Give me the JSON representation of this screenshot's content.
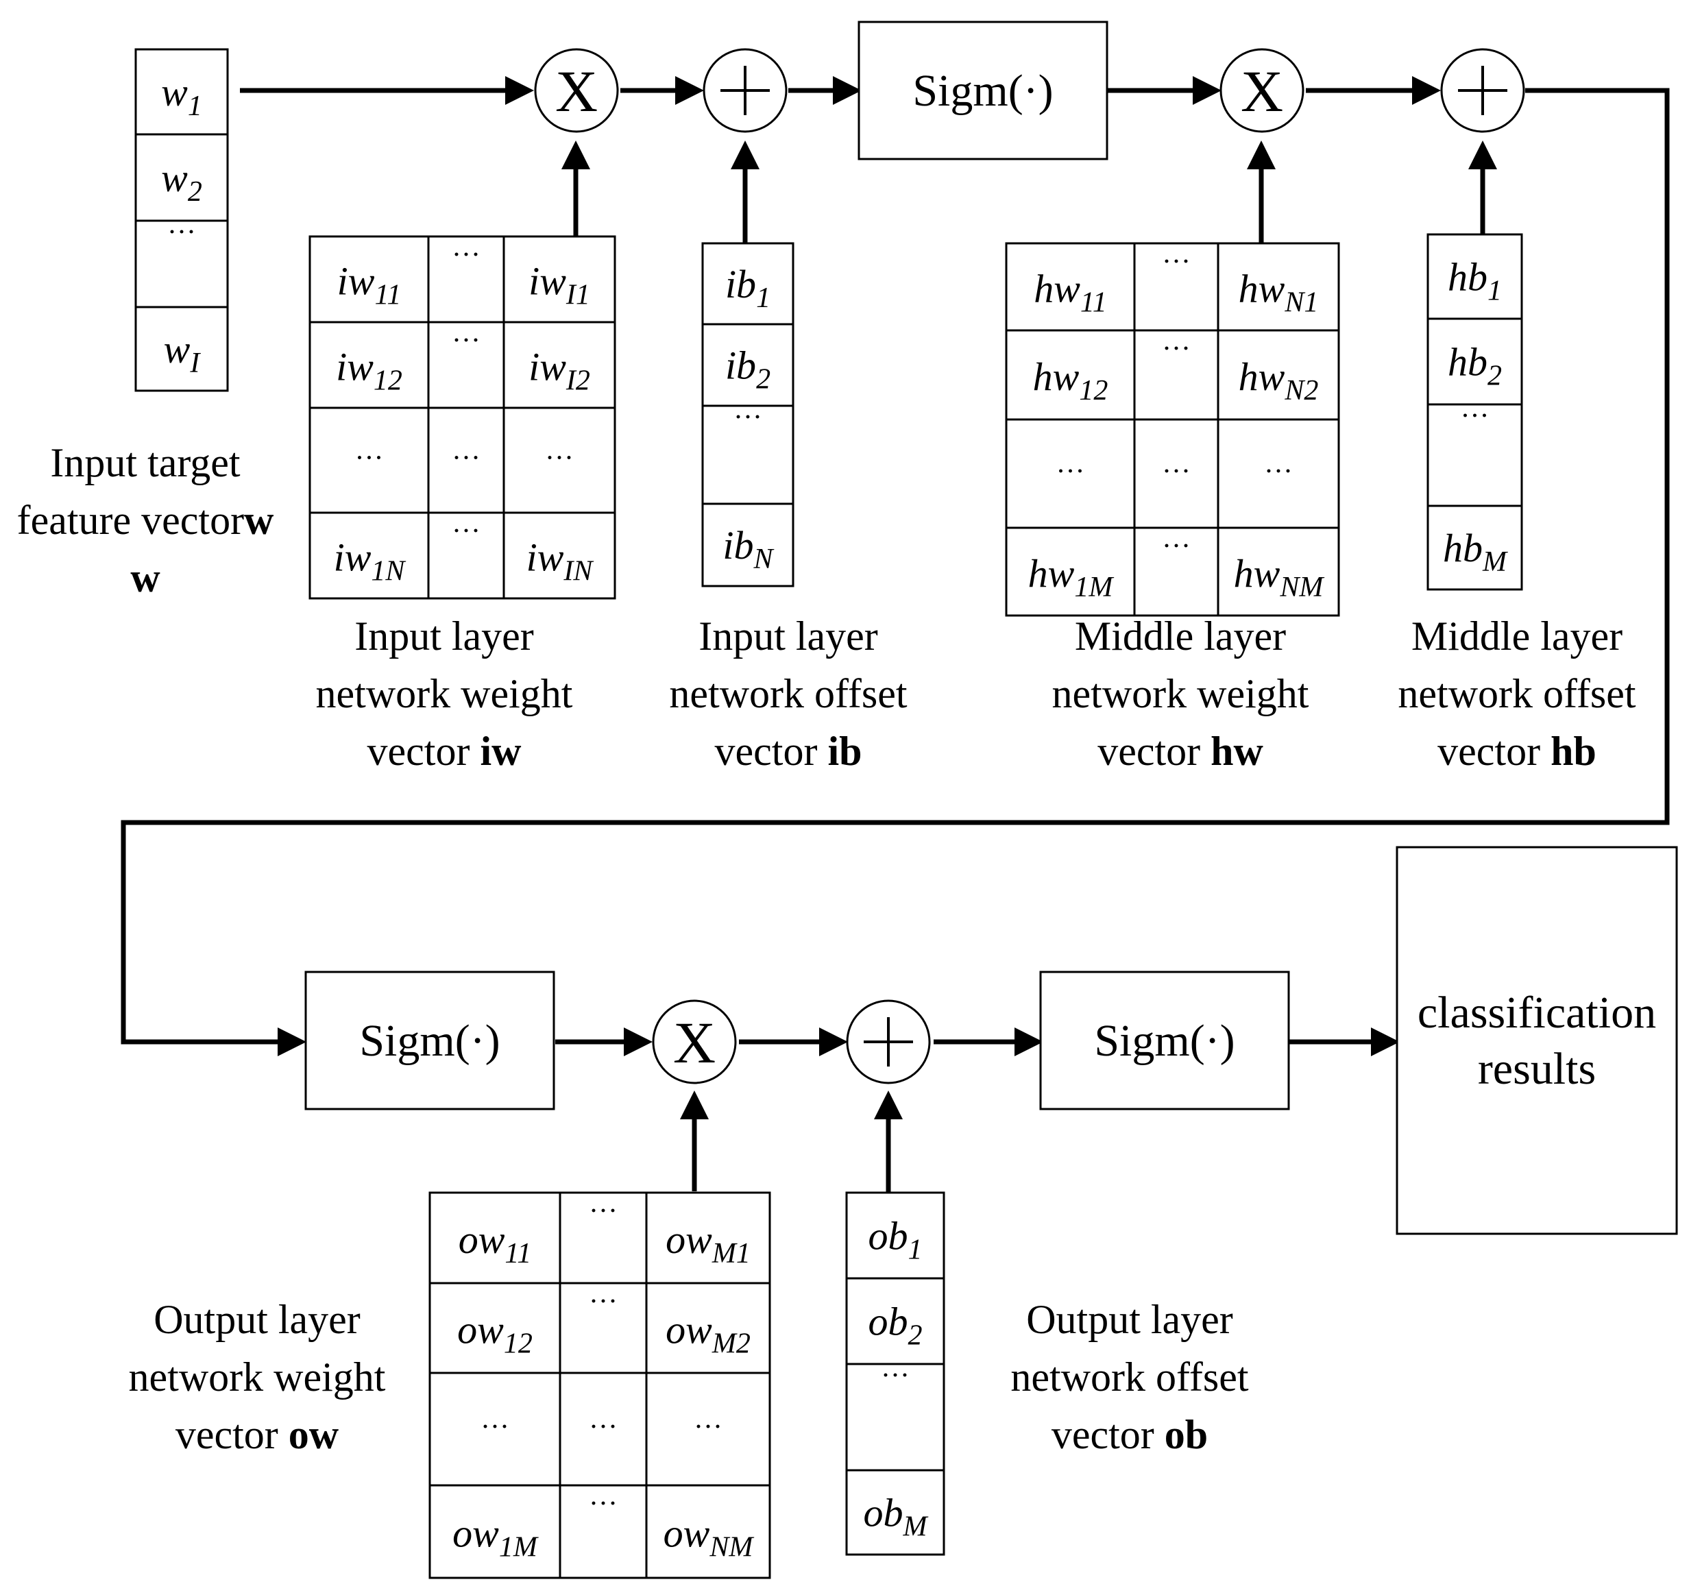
{
  "operators": {
    "multiply": "X",
    "add": "+"
  },
  "sigm_label": "Sigm(·)",
  "result_box": {
    "line1": "classification",
    "line2": "results"
  },
  "ellipsis": "···",
  "inputs": {
    "w": {
      "cells": [
        {
          "base": "w",
          "sub": "1"
        },
        {
          "base": "w",
          "sub": "2"
        },
        {
          "base": "",
          "sub": ""
        },
        {
          "base": "w",
          "sub": "I"
        }
      ],
      "caption": [
        "Input target",
        "feature vector"
      ],
      "symbol": "w"
    },
    "iw": {
      "rows": [
        [
          {
            "base": "iw",
            "sub": "11"
          },
          {
            "base": "",
            "sub": ""
          },
          {
            "base": "iw",
            "sub": "I1"
          }
        ],
        [
          {
            "base": "iw",
            "sub": "12"
          },
          {
            "base": "",
            "sub": ""
          },
          {
            "base": "iw",
            "sub": "I2"
          }
        ],
        [
          {
            "base": "",
            "sub": ""
          },
          {
            "base": "",
            "sub": ""
          },
          {
            "base": "",
            "sub": ""
          }
        ],
        [
          {
            "base": "iw",
            "sub": "1N"
          },
          {
            "base": "",
            "sub": ""
          },
          {
            "base": "iw",
            "sub": "IN"
          }
        ]
      ],
      "caption": [
        "Input layer",
        "network weight",
        "vector "
      ],
      "symbol": "iw"
    },
    "ib": {
      "cells": [
        {
          "base": "ib",
          "sub": "1"
        },
        {
          "base": "ib",
          "sub": "2"
        },
        {
          "base": "",
          "sub": ""
        },
        {
          "base": "ib",
          "sub": "N"
        }
      ],
      "caption": [
        "Input layer",
        "network offset",
        "vector "
      ],
      "symbol": "ib"
    },
    "hw": {
      "rows": [
        [
          {
            "base": "hw",
            "sub": "11"
          },
          {
            "base": "",
            "sub": ""
          },
          {
            "base": "hw",
            "sub": "N1"
          }
        ],
        [
          {
            "base": "hw",
            "sub": "12"
          },
          {
            "base": "",
            "sub": ""
          },
          {
            "base": "hw",
            "sub": "N2"
          }
        ],
        [
          {
            "base": "",
            "sub": ""
          },
          {
            "base": "",
            "sub": ""
          },
          {
            "base": "",
            "sub": ""
          }
        ],
        [
          {
            "base": "hw",
            "sub": "1M"
          },
          {
            "base": "",
            "sub": ""
          },
          {
            "base": "hw",
            "sub": "NM"
          }
        ]
      ],
      "caption": [
        "Middle layer",
        "network weight",
        "vector "
      ],
      "symbol": "hw"
    },
    "hb": {
      "cells": [
        {
          "base": "hb",
          "sub": "1"
        },
        {
          "base": "hb",
          "sub": "2"
        },
        {
          "base": "",
          "sub": ""
        },
        {
          "base": "hb",
          "sub": "M"
        }
      ],
      "caption": [
        "Middle layer",
        "network offset",
        "vector "
      ],
      "symbol": "hb"
    },
    "ow": {
      "rows": [
        [
          {
            "base": "ow",
            "sub": "11"
          },
          {
            "base": "",
            "sub": ""
          },
          {
            "base": "ow",
            "sub": "M1"
          }
        ],
        [
          {
            "base": "ow",
            "sub": "12"
          },
          {
            "base": "",
            "sub": ""
          },
          {
            "base": "ow",
            "sub": "M2"
          }
        ],
        [
          {
            "base": "",
            "sub": ""
          },
          {
            "base": "",
            "sub": ""
          },
          {
            "base": "",
            "sub": ""
          }
        ],
        [
          {
            "base": "ow",
            "sub": "1M"
          },
          {
            "base": "",
            "sub": ""
          },
          {
            "base": "ow",
            "sub": "NM"
          }
        ]
      ],
      "caption": [
        "Output layer",
        "network weight",
        "vector "
      ],
      "symbol": "ow"
    },
    "ob": {
      "cells": [
        {
          "base": "ob",
          "sub": "1"
        },
        {
          "base": "ob",
          "sub": "2"
        },
        {
          "base": "",
          "sub": ""
        },
        {
          "base": "ob",
          "sub": "M"
        }
      ],
      "caption": [
        "Output layer",
        "network offset",
        "vector "
      ],
      "symbol": "ob"
    }
  }
}
